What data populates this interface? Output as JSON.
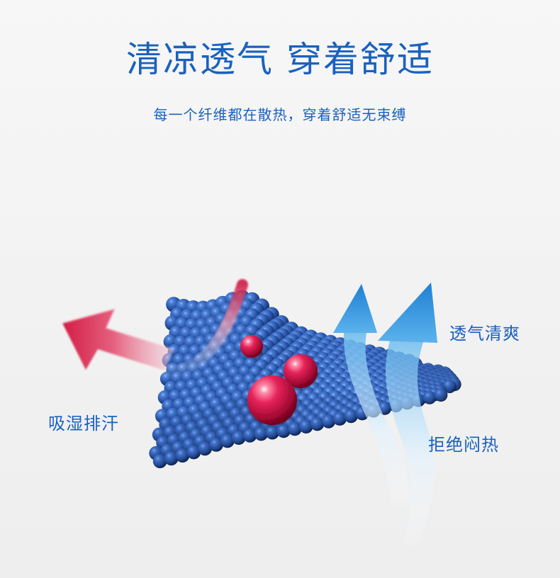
{
  "header": {
    "title": "清凉透气 穿着舒适",
    "subtitle": "每一个纤维都在散热，穿着舒适无束缚"
  },
  "labels": {
    "left": "吸湿排汗",
    "top_right": "透气清爽",
    "bottom_right": "拒绝闷热"
  },
  "colors": {
    "text_blue": "#1a61bf",
    "fabric_blue": "#2a4f9a",
    "sphere_red": "#d11447",
    "arrow_red": "#d71f45",
    "arrow_blue": "#2496dc",
    "background": "#f3f3f3"
  },
  "icons": {
    "left_arrow": "red-curved-arrow-icon",
    "right_arrows": "blue-upward-arrow-icon"
  }
}
